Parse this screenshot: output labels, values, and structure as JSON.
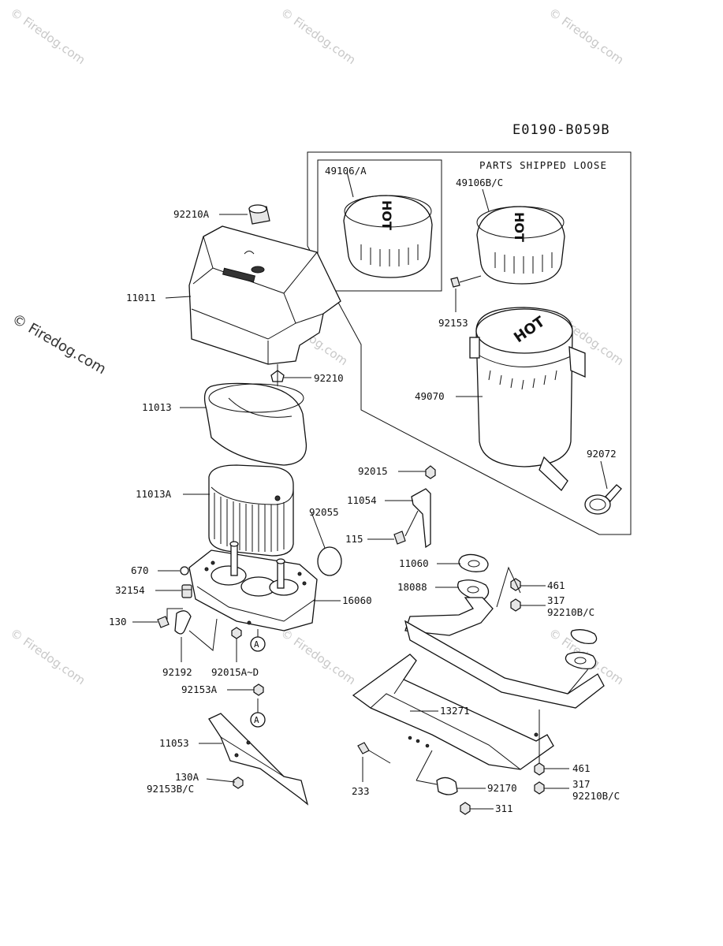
{
  "diagram_code": "E0190-B059B",
  "box_note": "PARTS SHIPPED LOOSE",
  "watermark": "© Firedog.com",
  "callouts": {
    "p92210A": "92210A",
    "p11011": "11011",
    "p92210": "92210",
    "p11013": "11013",
    "p11013A": "11013A",
    "p92055": "92055",
    "p670": "670",
    "p32154": "32154",
    "p16060": "16060",
    "p130": "130",
    "p92192": "92192",
    "p92015AD": "92015A~D",
    "p92153A": "92153A",
    "p11053": "11053",
    "p130A": "130A",
    "p92153BC": "92153B/C",
    "p49106A": "49106/A",
    "p49106BC": "49106B/C",
    "p92153": "92153",
    "p49070": "49070",
    "p92072": "92072",
    "p92015": "92015",
    "p11054": "11054",
    "p115": "115",
    "p11060": "11060",
    "p18088": "18088",
    "p461a": "461",
    "p317a": "317",
    "p92210BCa": "92210B/C",
    "p13271": "13271",
    "p233": "233",
    "p92170": "92170",
    "p461b": "461",
    "p317b": "317",
    "p92210BCb": "92210B/C",
    "p311": "311"
  },
  "ref_marks": {
    "ref1": "A",
    "ref2": "A"
  }
}
